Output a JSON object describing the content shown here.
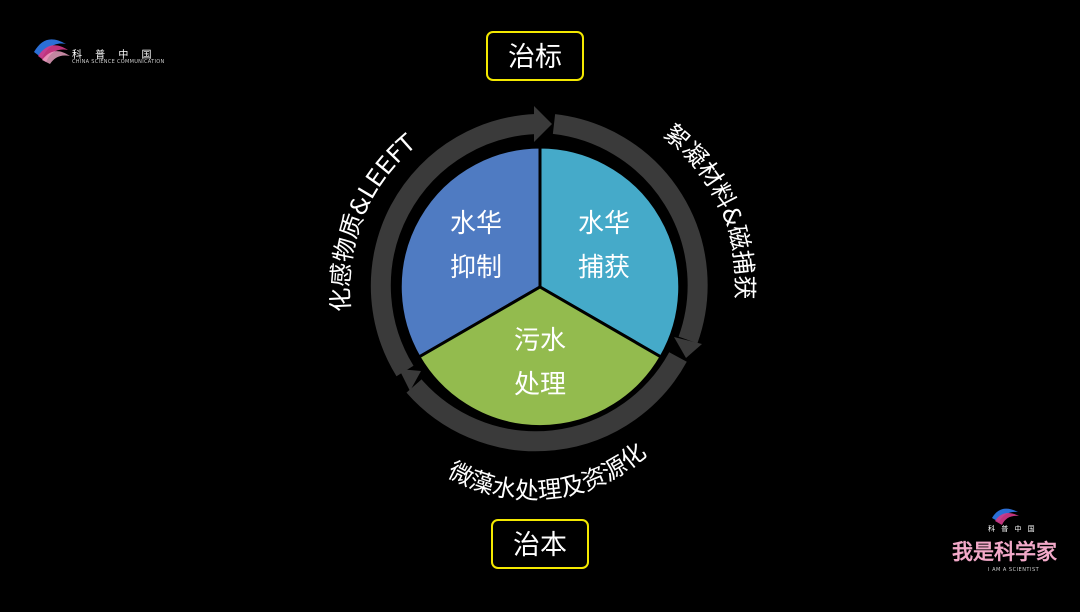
{
  "logo_top_left": {
    "cn": "科 普 中 国",
    "en": "CHINA SCIENCE COMMUNICATION"
  },
  "logo_bottom_right": {
    "cn_small": "科 普 中 国",
    "brand": "我是科学家",
    "en": "I AM A SCIENTIST"
  },
  "top_box": {
    "label": "治标",
    "border_color": "#f3e800"
  },
  "bottom_box": {
    "label": "治本",
    "border_color": "#f3e800"
  },
  "segments": {
    "inhibit": {
      "line1": "水华",
      "line2": "抑制",
      "color": "#4f7bc2"
    },
    "capture": {
      "line1": "水华",
      "line2": "捕获",
      "color": "#45aac9"
    },
    "sewage": {
      "line1": "污水",
      "line2": "处理",
      "color": "#93bb4e"
    }
  },
  "arc_labels": {
    "left": "化感物质&LEEFT",
    "right": "絮凝材料&磁捕获",
    "bottom": "微藻水处理及资源化"
  },
  "colors": {
    "arrow_ring": "#3a3a3a",
    "text": "#ffffff"
  }
}
